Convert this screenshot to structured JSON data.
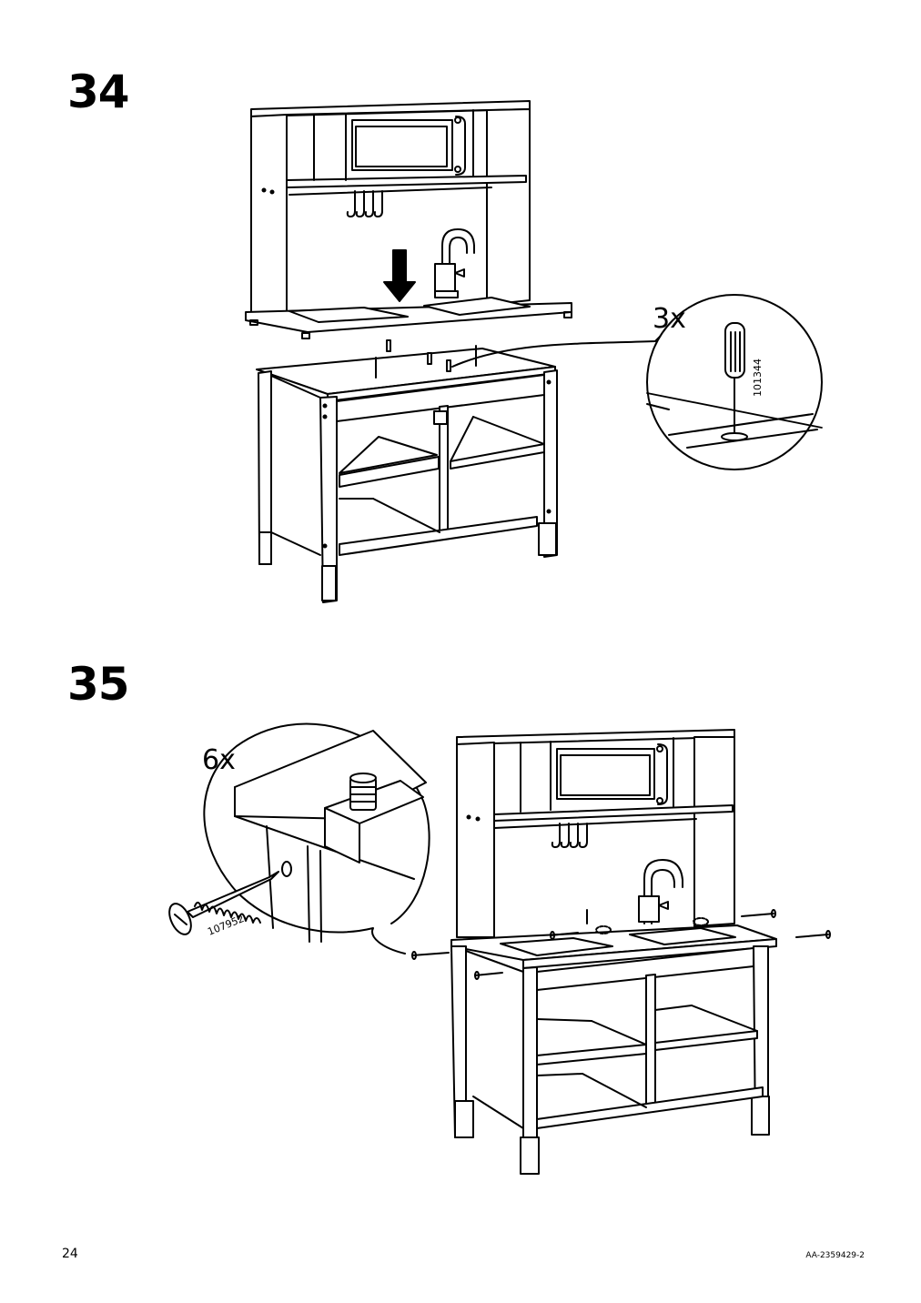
{
  "steps": [
    {
      "number": "34",
      "detail_quantity": "3x",
      "detail_part_number": "101344"
    },
    {
      "number": "35",
      "detail_quantity": "6x",
      "detail_part_number": "107952"
    }
  ],
  "footer": {
    "page_number": "24",
    "document_code": "AA-2359429-2"
  }
}
